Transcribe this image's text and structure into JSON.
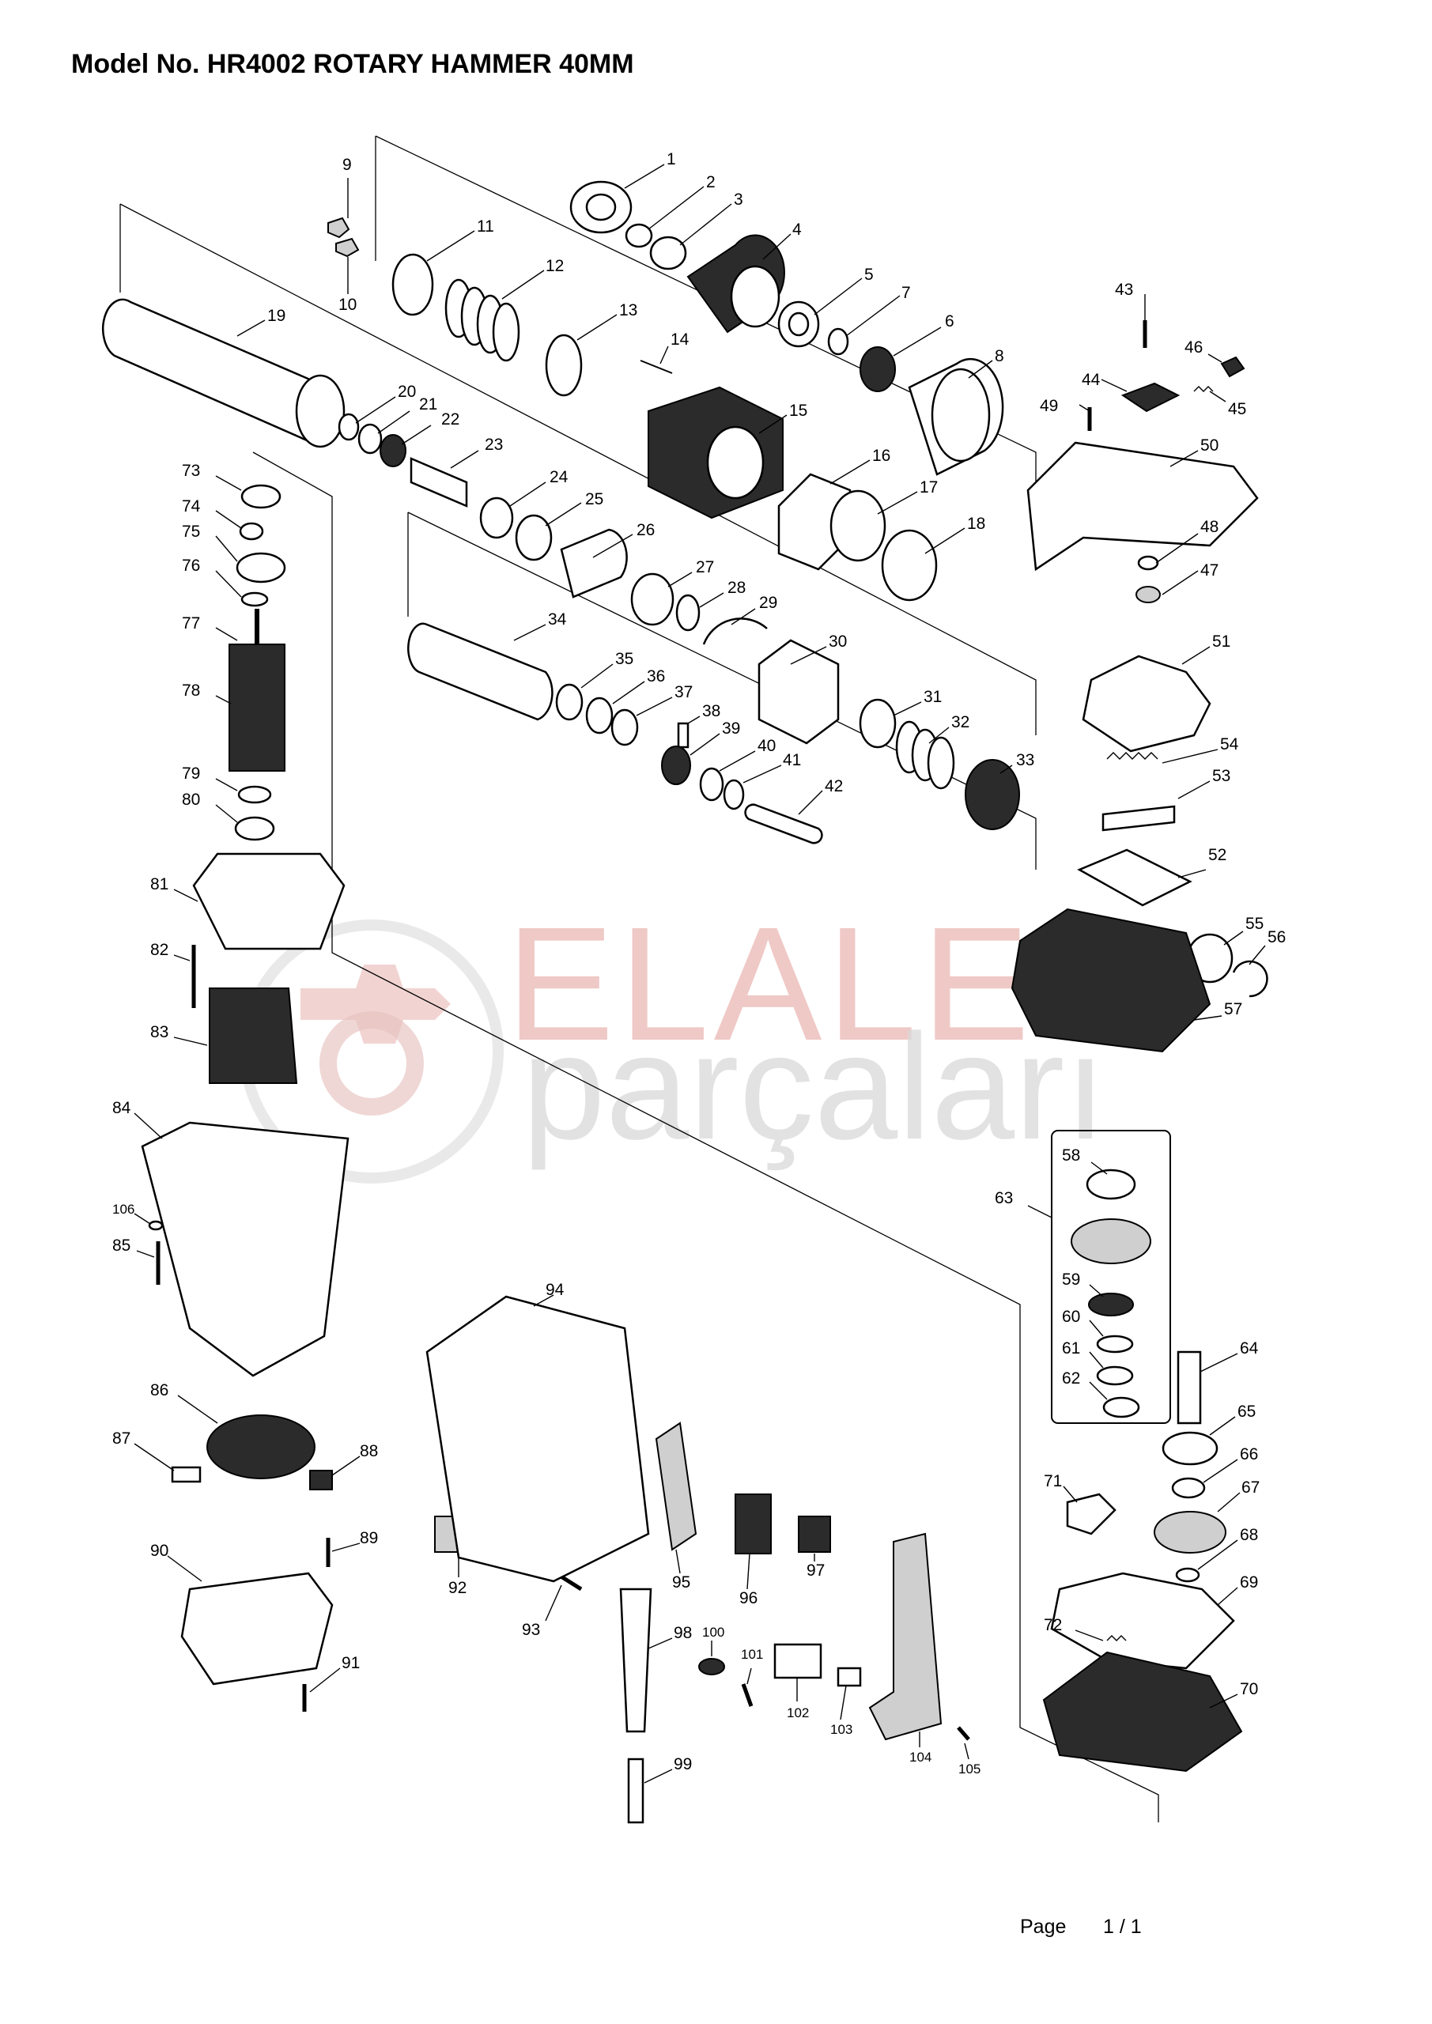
{
  "header": {
    "title": "Model No. HR4002  ROTARY HAMMER 40MM"
  },
  "footer": {
    "page_label": "Page",
    "page_number": "1 / 1"
  },
  "watermark": {
    "line1": "ELALET",
    "line2": "parçaları",
    "color_red": "#eab7b3",
    "color_grey": "#d9d9d9"
  },
  "parts": [
    {
      "n": "1"
    },
    {
      "n": "2"
    },
    {
      "n": "3"
    },
    {
      "n": "4"
    },
    {
      "n": "5"
    },
    {
      "n": "6"
    },
    {
      "n": "7"
    },
    {
      "n": "8"
    },
    {
      "n": "9"
    },
    {
      "n": "10"
    },
    {
      "n": "11"
    },
    {
      "n": "12"
    },
    {
      "n": "13"
    },
    {
      "n": "14"
    },
    {
      "n": "15"
    },
    {
      "n": "16"
    },
    {
      "n": "17"
    },
    {
      "n": "18"
    },
    {
      "n": "19"
    },
    {
      "n": "20"
    },
    {
      "n": "21"
    },
    {
      "n": "22"
    },
    {
      "n": "23"
    },
    {
      "n": "24"
    },
    {
      "n": "25"
    },
    {
      "n": "26"
    },
    {
      "n": "27"
    },
    {
      "n": "28"
    },
    {
      "n": "29"
    },
    {
      "n": "30"
    },
    {
      "n": "31"
    },
    {
      "n": "32"
    },
    {
      "n": "33"
    },
    {
      "n": "34"
    },
    {
      "n": "35"
    },
    {
      "n": "36"
    },
    {
      "n": "37"
    },
    {
      "n": "38"
    },
    {
      "n": "39"
    },
    {
      "n": "40"
    },
    {
      "n": "41"
    },
    {
      "n": "42"
    },
    {
      "n": "43"
    },
    {
      "n": "44"
    },
    {
      "n": "45"
    },
    {
      "n": "46"
    },
    {
      "n": "47"
    },
    {
      "n": "48"
    },
    {
      "n": "49"
    },
    {
      "n": "50"
    },
    {
      "n": "51"
    },
    {
      "n": "52"
    },
    {
      "n": "53"
    },
    {
      "n": "54"
    },
    {
      "n": "55"
    },
    {
      "n": "56"
    },
    {
      "n": "57"
    },
    {
      "n": "58"
    },
    {
      "n": "59"
    },
    {
      "n": "60"
    },
    {
      "n": "61"
    },
    {
      "n": "62"
    },
    {
      "n": "63"
    },
    {
      "n": "64"
    },
    {
      "n": "65"
    },
    {
      "n": "66"
    },
    {
      "n": "67"
    },
    {
      "n": "68"
    },
    {
      "n": "69"
    },
    {
      "n": "70"
    },
    {
      "n": "71"
    },
    {
      "n": "72"
    },
    {
      "n": "73"
    },
    {
      "n": "74"
    },
    {
      "n": "75"
    },
    {
      "n": "76"
    },
    {
      "n": "77"
    },
    {
      "n": "78"
    },
    {
      "n": "79"
    },
    {
      "n": "80"
    },
    {
      "n": "81"
    },
    {
      "n": "82"
    },
    {
      "n": "83"
    },
    {
      "n": "84"
    },
    {
      "n": "85"
    },
    {
      "n": "86"
    },
    {
      "n": "87"
    },
    {
      "n": "88"
    },
    {
      "n": "89"
    },
    {
      "n": "90"
    },
    {
      "n": "91"
    },
    {
      "n": "92"
    },
    {
      "n": "93"
    },
    {
      "n": "94"
    },
    {
      "n": "95"
    },
    {
      "n": "96"
    },
    {
      "n": "97"
    },
    {
      "n": "98"
    },
    {
      "n": "99"
    },
    {
      "n": "100"
    },
    {
      "n": "101"
    },
    {
      "n": "102"
    },
    {
      "n": "103"
    },
    {
      "n": "104"
    },
    {
      "n": "105"
    },
    {
      "n": "106"
    }
  ]
}
